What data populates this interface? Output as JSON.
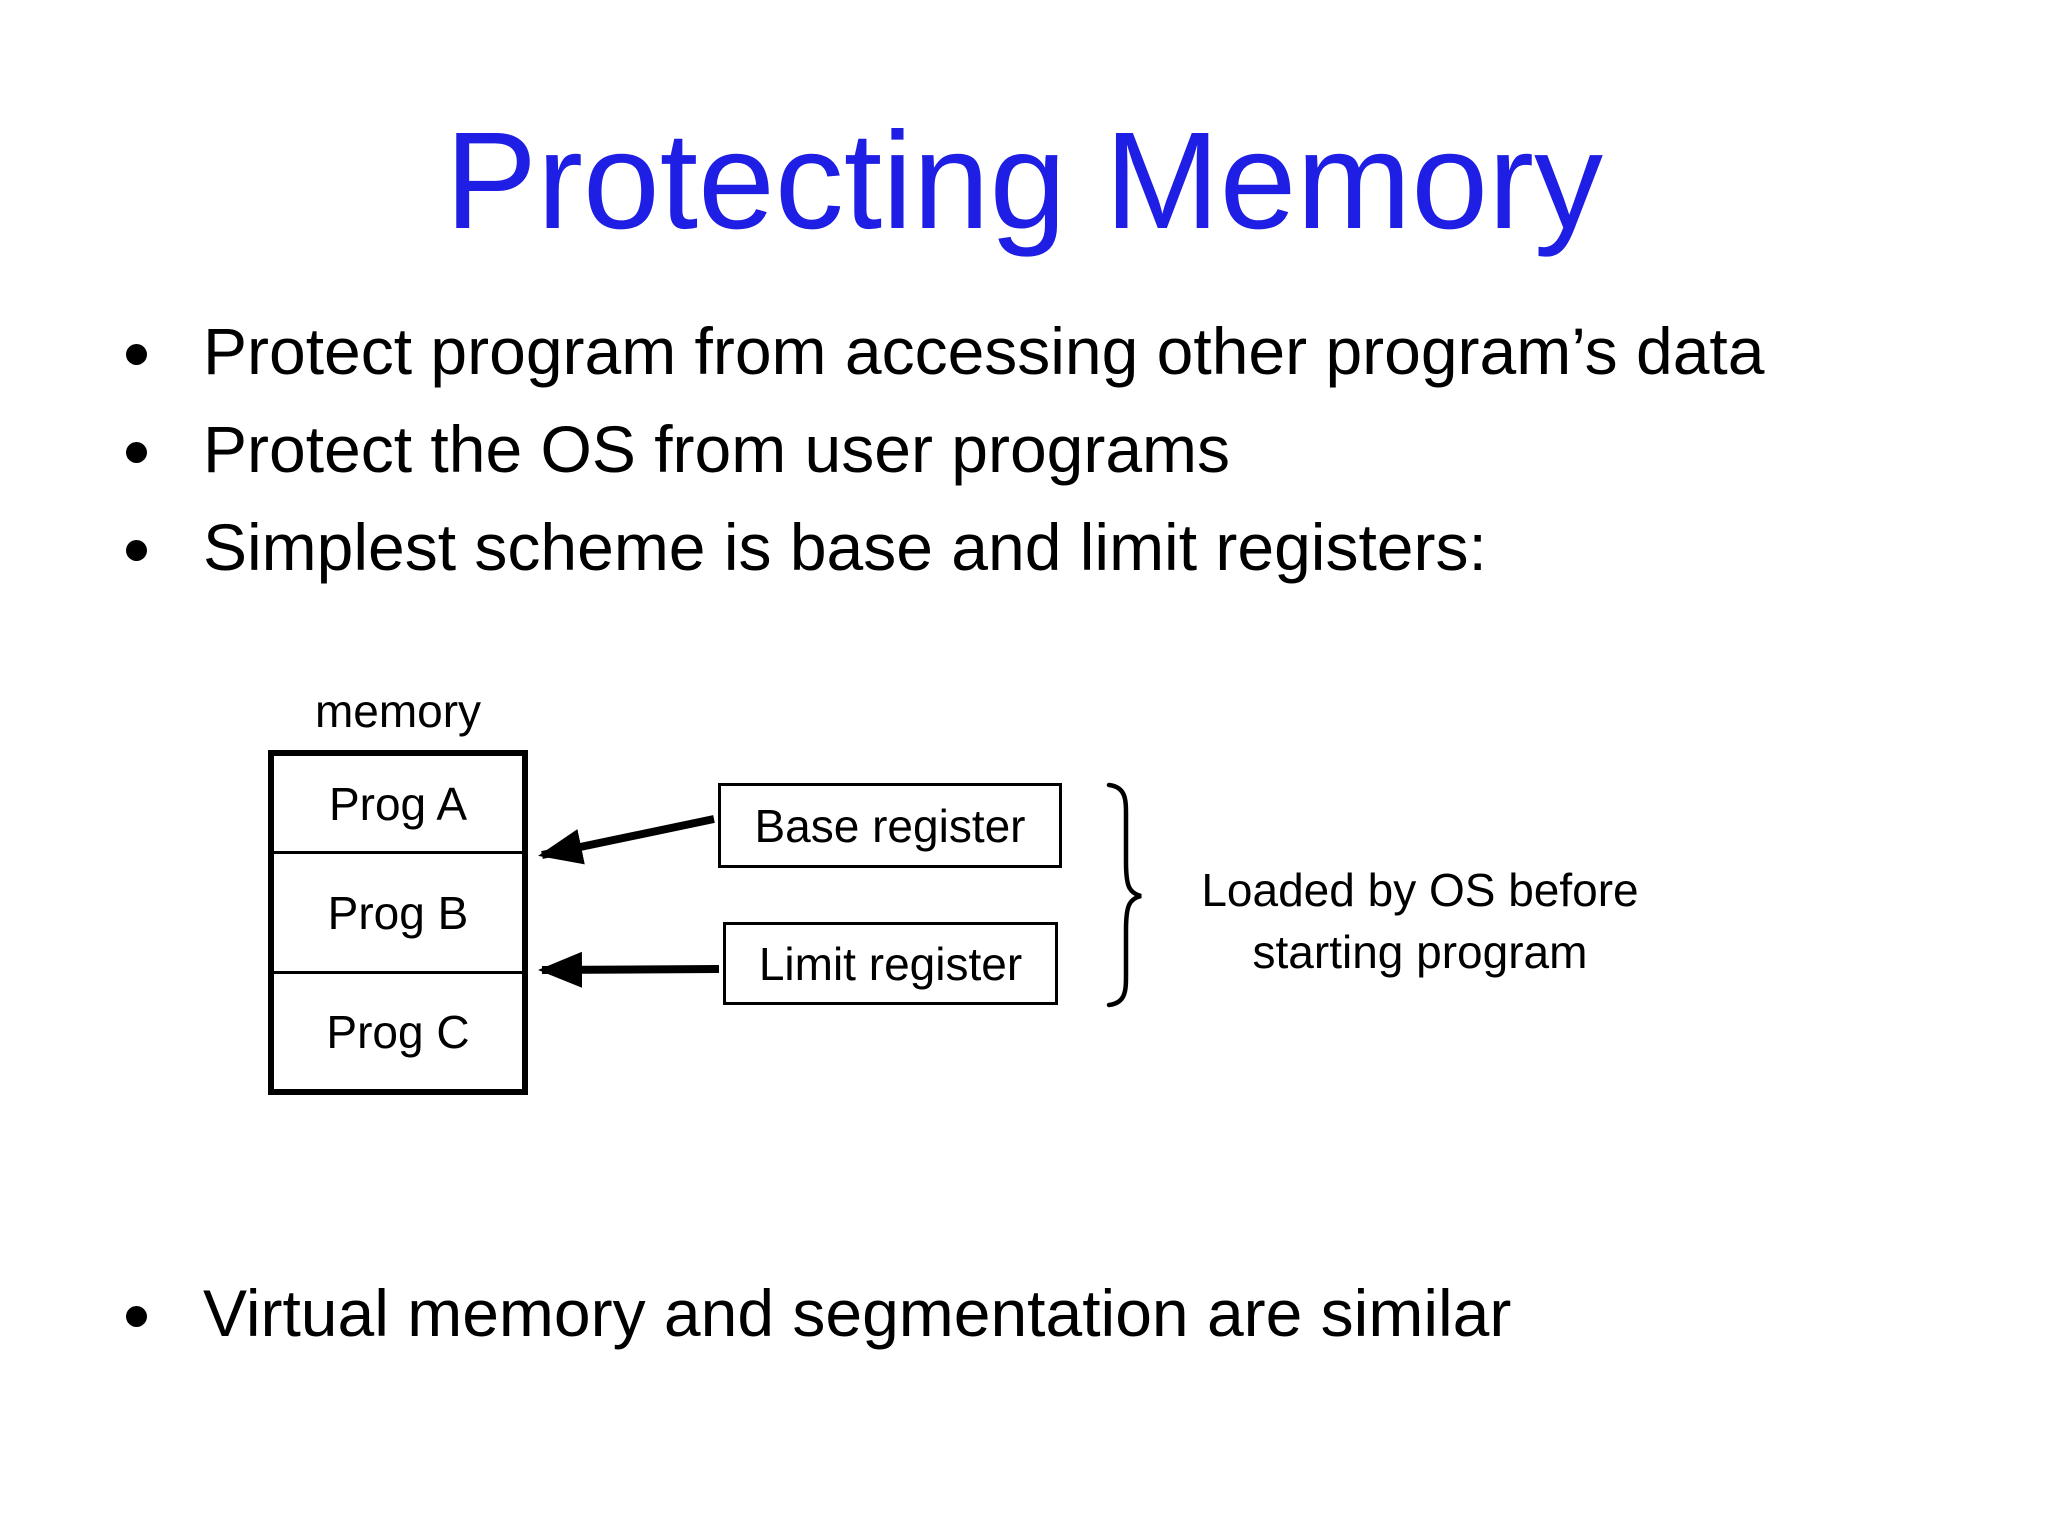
{
  "slide": {
    "title": "Protecting Memory",
    "bullets_top": [
      "Protect program from accessing other program’s data",
      "Protect the OS from user programs",
      "Simplest scheme is base and limit registers:"
    ],
    "bullet_bottom": "Virtual memory and segmentation are similar"
  },
  "diagram": {
    "memory_label": "memory",
    "memory_sections": [
      "Prog A",
      "Prog B",
      "Prog C"
    ],
    "base_register_label": "Base register",
    "limit_register_label": "Limit register",
    "brace_caption_line1": "Loaded by OS before",
    "brace_caption_line2": "starting program"
  },
  "colors": {
    "title_blue": "#1E1EE4",
    "text_black": "#000000",
    "background": "#FFFFFF"
  }
}
